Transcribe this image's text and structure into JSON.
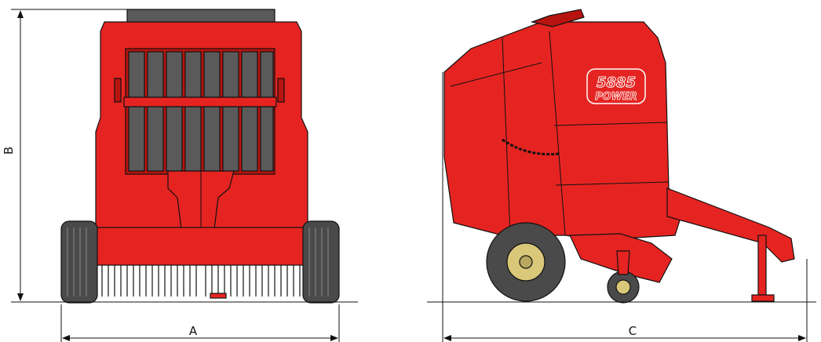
{
  "dimensions": {
    "width_label": "A",
    "height_label": "B",
    "length_label": "C"
  },
  "badge": {
    "model": "5885",
    "line": "POWER"
  },
  "colors": {
    "body_red": "#e52421",
    "dark_red": "#b8140f",
    "roller_grey": "#5a5a5a",
    "tyre_grey": "#4a4a4a",
    "hub_yellow": "#d9c77a",
    "outline": "#111111"
  }
}
